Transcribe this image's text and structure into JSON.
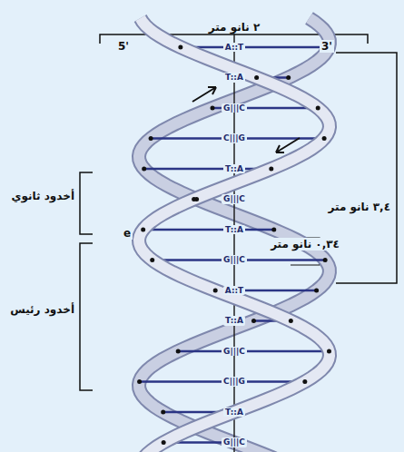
{
  "diagram": {
    "labels": [
      "5'",
      "3'",
      "٢ نانو متر",
      "A::T",
      "T::A",
      "G|||C",
      "C|||G",
      "T::A",
      "G|||C",
      "T::A",
      "G|||C",
      "A::T",
      "T::A",
      "G|||C",
      "C|||G",
      "T::A",
      "G|||C",
      "٣,٤ نانو متر",
      "٠,٣٤ نانو متر",
      "أخدود ثانوي",
      "أخدود رئيس",
      "e"
    ]
  }
}
